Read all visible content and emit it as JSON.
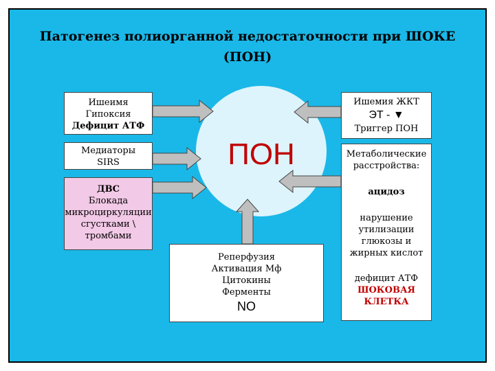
{
  "title": {
    "line1": "Патогенез полиорганной недостаточности при ШОКЕ",
    "line2": "(ПОН)"
  },
  "center": {
    "label": "ПОН"
  },
  "box_ischemia": {
    "line1": "Ишеимя",
    "line2": "Гипоксия",
    "line3": "Дефицит АТФ"
  },
  "box_mediators": {
    "line1": "Медиаторы",
    "line2": "SIRS"
  },
  "box_dic": {
    "line1": "ДВС",
    "line2": "Блокада",
    "line3": "микроциркуляции",
    "line4": "сгустками \\",
    "line5": "тромбами"
  },
  "box_gut": {
    "line1": "Ишемия  ЖКТ",
    "line2": "ЭТ - ▼",
    "line3": "Триггер ПОН"
  },
  "box_reperfusion": {
    "line1": "Реперфузия",
    "line2": "Активация Мф",
    "line3": "Цитокины",
    "line4": "Ферменты",
    "line5": "NO"
  },
  "box_metabolic": {
    "line1": "Метаболические",
    "line2": "расстройства:",
    "line3": "ацидоз",
    "line4": "нарушение",
    "line5": "утилизации",
    "line6": "глюкозы и",
    "line7": "жирных кислот",
    "line8": "дефицит АТФ",
    "line9": "ШОКОВАЯ",
    "line10": "КЛЕТКА"
  },
  "colors": {
    "background": "#1ab8e8",
    "circle": "#ddf4fc",
    "arrow": "#bfbfbf",
    "box_pink": "#f2c9e6",
    "accent_red": "#c00000"
  }
}
